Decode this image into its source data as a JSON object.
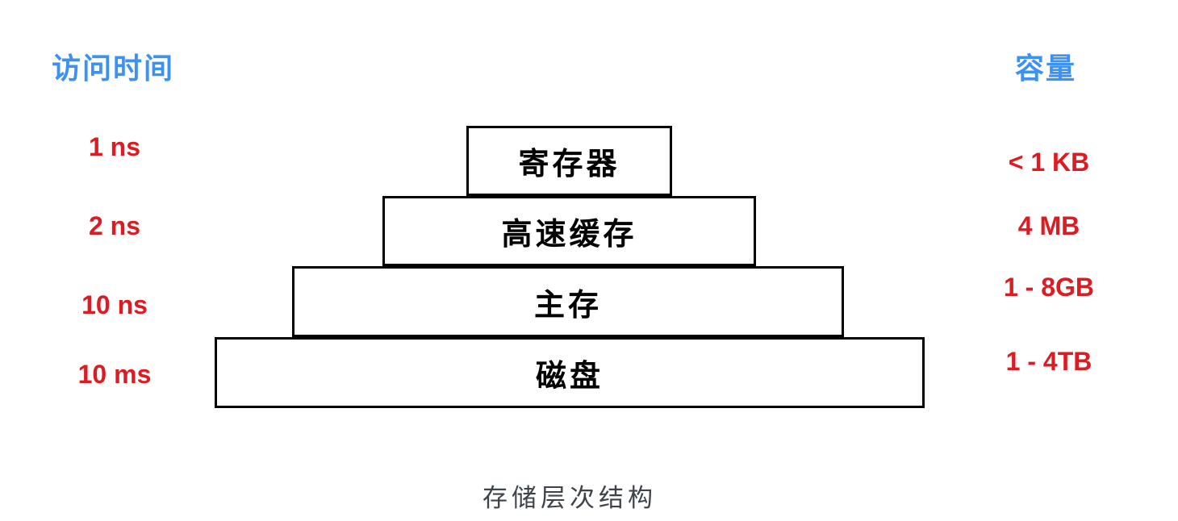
{
  "diagram": {
    "caption": "存储层次结构",
    "left_header": "访问时间",
    "right_header": "容量",
    "levels": [
      {
        "name": "寄存器",
        "access_time": "1 ns",
        "capacity": "< 1 KB"
      },
      {
        "name": "高速缓存",
        "access_time": "2 ns",
        "capacity": "4 MB"
      },
      {
        "name": "主存",
        "access_time": "10 ns",
        "capacity": "1 - 8GB"
      },
      {
        "name": "磁盘",
        "access_time": "10 ms",
        "capacity": "1 - 4TB"
      }
    ],
    "colors": {
      "header_blue": "#3D91F2",
      "label_red": "#DC1C23",
      "box_border": "#000000",
      "caption_gray": "#3E434A",
      "background": "#ffffff"
    }
  }
}
